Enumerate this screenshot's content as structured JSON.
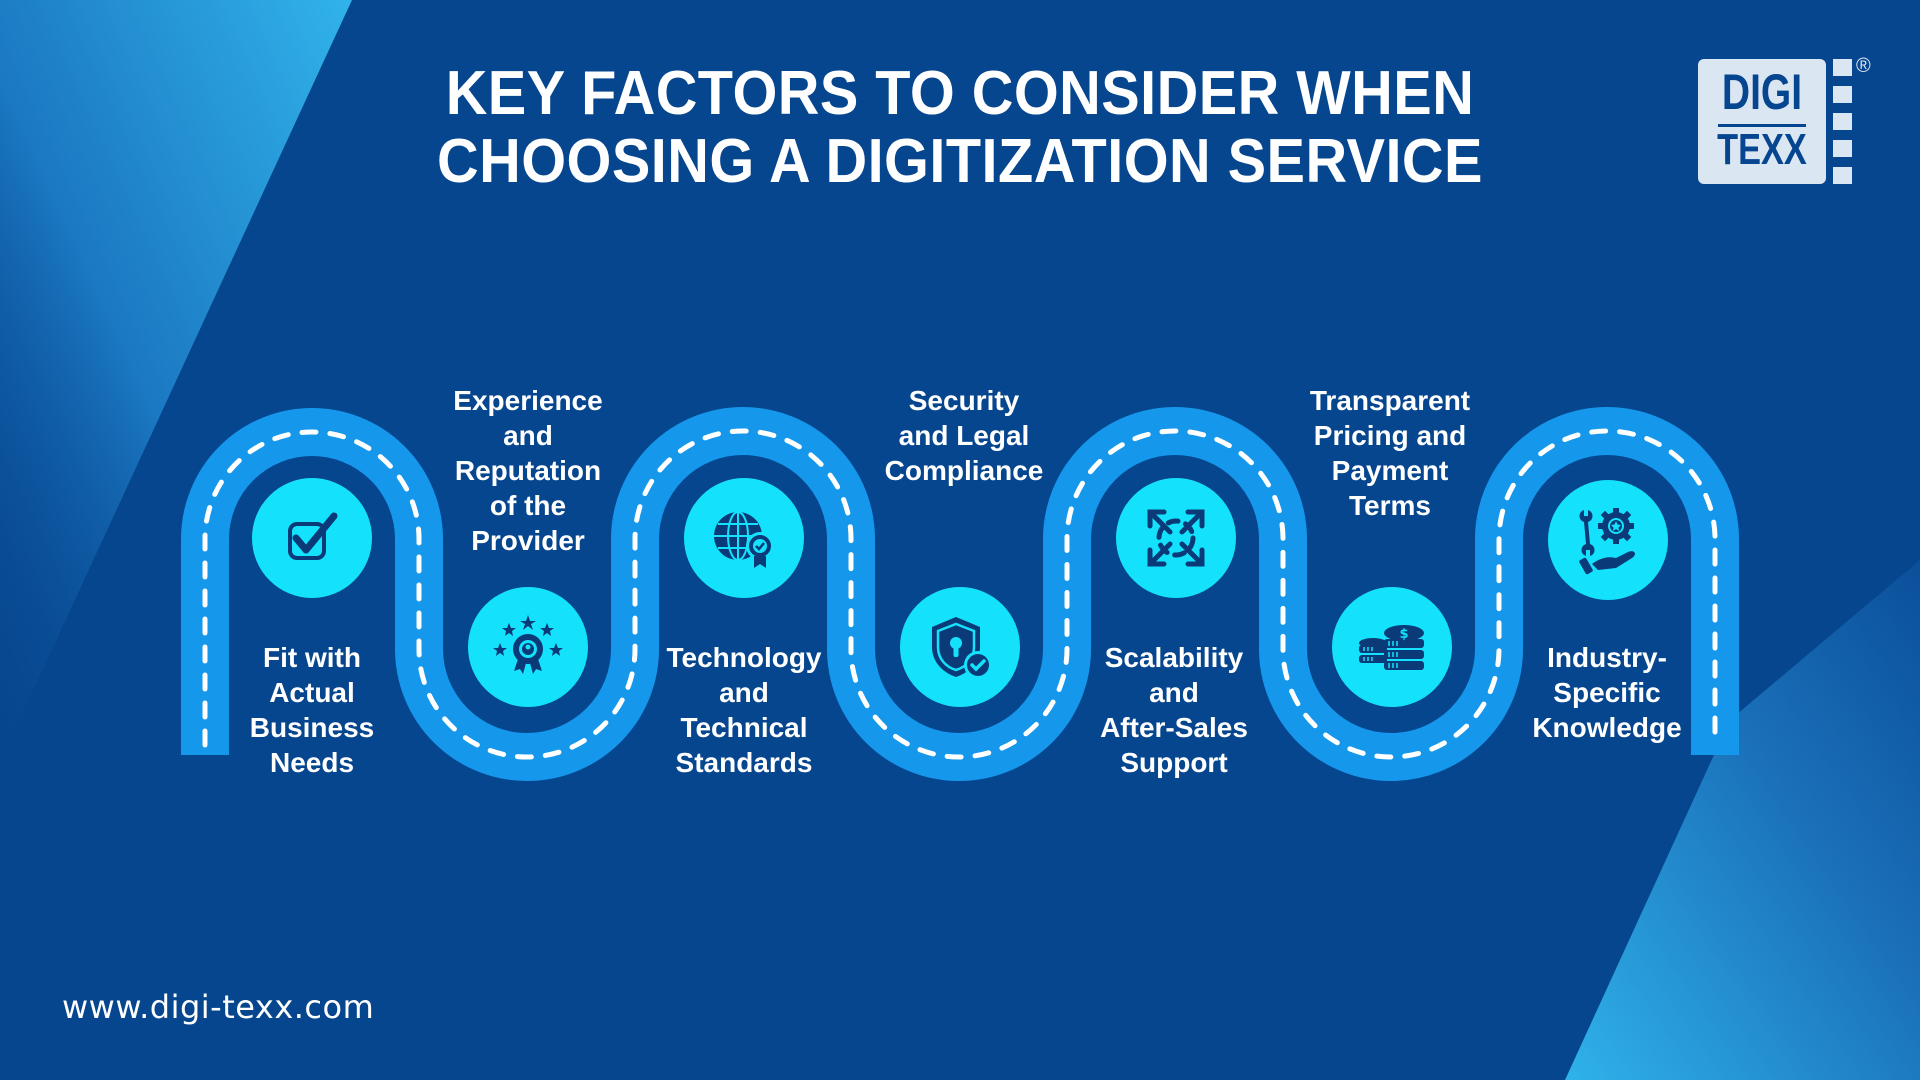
{
  "title": {
    "line1": "KEY FACTORS TO CONSIDER WHEN",
    "line2": "CHOOSING A DIGITIZATION SERVICE"
  },
  "logo": {
    "line1": "DIGI",
    "line2": "TEXX",
    "registered": "®"
  },
  "colors": {
    "background": "#06468f",
    "accent_light": "#2fb4ea",
    "road": "#1597ec",
    "road_dash": "#ffffff",
    "icon_circle": "#14e1fc",
    "icon_glyph": "#0a3a78"
  },
  "steps": [
    {
      "label_lines": [
        "Fit with",
        "Actual",
        "Business",
        "Needs"
      ],
      "icon": "checkbox-icon",
      "position": "bottom"
    },
    {
      "label_lines": [
        "Experience",
        "and",
        "Reputation",
        "of the",
        "Provider"
      ],
      "icon": "award-badge-icon",
      "position": "top"
    },
    {
      "label_lines": [
        "Technology",
        "and",
        "Technical",
        "Standards"
      ],
      "icon": "globe-certified-icon",
      "position": "bottom"
    },
    {
      "label_lines": [
        "Security",
        "and Legal",
        "Compliance"
      ],
      "icon": "shield-lock-icon",
      "position": "top"
    },
    {
      "label_lines": [
        "Scalability",
        "and",
        "After-Sales",
        "Support"
      ],
      "icon": "expand-arrows-icon",
      "position": "bottom"
    },
    {
      "label_lines": [
        "Transparent",
        "Pricing and",
        "Payment",
        "Terms"
      ],
      "icon": "coins-dollar-icon",
      "position": "top"
    },
    {
      "label_lines": [
        "Industry-",
        "Specific",
        "Knowledge"
      ],
      "icon": "tools-gear-hand-icon",
      "position": "bottom"
    }
  ],
  "footer": {
    "website": "www.digi-texx.com"
  }
}
